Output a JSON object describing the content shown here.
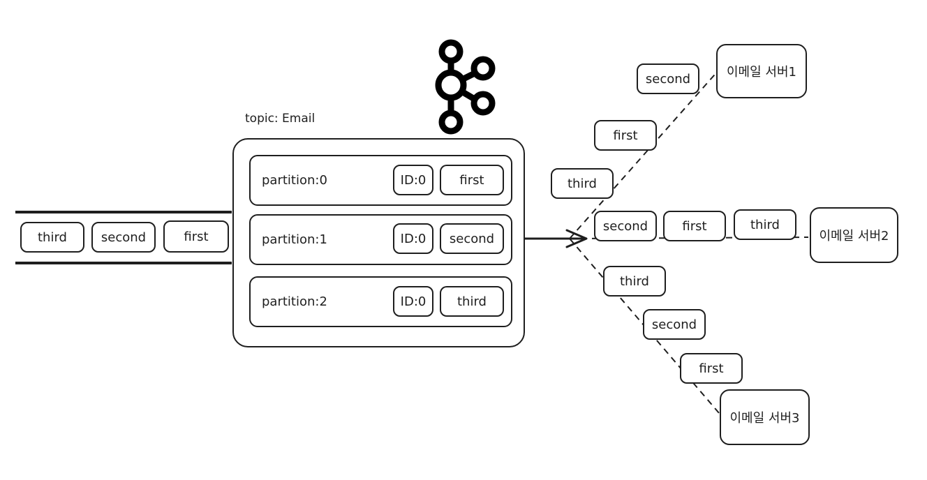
{
  "queue": {
    "items": [
      "third",
      "second",
      "first"
    ]
  },
  "topic": {
    "label": "topic: Email",
    "partitions": [
      {
        "name": "partition:0",
        "id": "ID:0",
        "message": "first"
      },
      {
        "name": "partition:1",
        "id": "ID:0",
        "message": "second"
      },
      {
        "name": "partition:2",
        "id": "ID:0",
        "message": "third"
      }
    ]
  },
  "servers": [
    {
      "name": "이메일 서버1",
      "messages": [
        "second",
        "first",
        "third"
      ]
    },
    {
      "name": "이메일 서버2",
      "messages": [
        "second",
        "first",
        "third"
      ]
    },
    {
      "name": "이메일 서버3",
      "messages": [
        "third",
        "second",
        "first"
      ]
    }
  ]
}
